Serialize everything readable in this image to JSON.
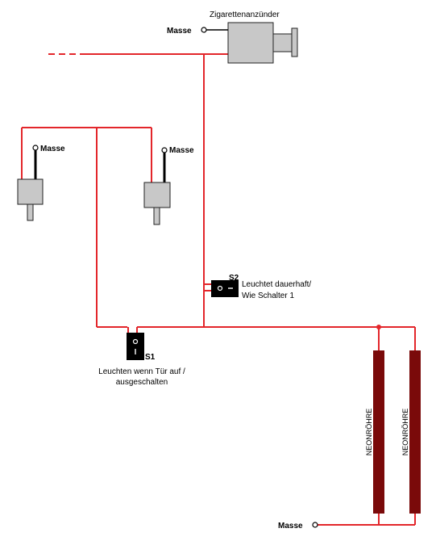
{
  "colors": {
    "wire": "#e3262b",
    "ground_wire": "#000000",
    "device_fill": "#c8c8c8",
    "device_stroke": "#222222",
    "switch_fill": "#000000",
    "tube_fill": "#7a0a0a",
    "background": "#ffffff"
  },
  "labels": {
    "cigarette_lighter": "Zigarettenanzünder",
    "ground": "Masse",
    "switch_1_id": "S1",
    "switch_1_desc_line1": "Leuchten wenn Tür auf /",
    "switch_1_desc_line2": "ausgeschalten",
    "switch_2_id": "S2",
    "switch_2_desc_line1": "Leuchtet dauerhaft/",
    "switch_2_desc_line2": "Wie Schalter 1",
    "switch_off_symbol": "o",
    "switch_on_symbol": "I",
    "neon_tube": "NEONRÖHRE"
  },
  "icons": {
    "cigarette_lighter": "cigarette-lighter-icon",
    "door_contact_left": "door-contact-switch-icon",
    "door_contact_right": "door-contact-switch-icon",
    "switch_1": "rocker-switch-icon",
    "switch_2": "rocker-switch-icon",
    "ground_terminal": "open-circle-terminal-icon"
  }
}
